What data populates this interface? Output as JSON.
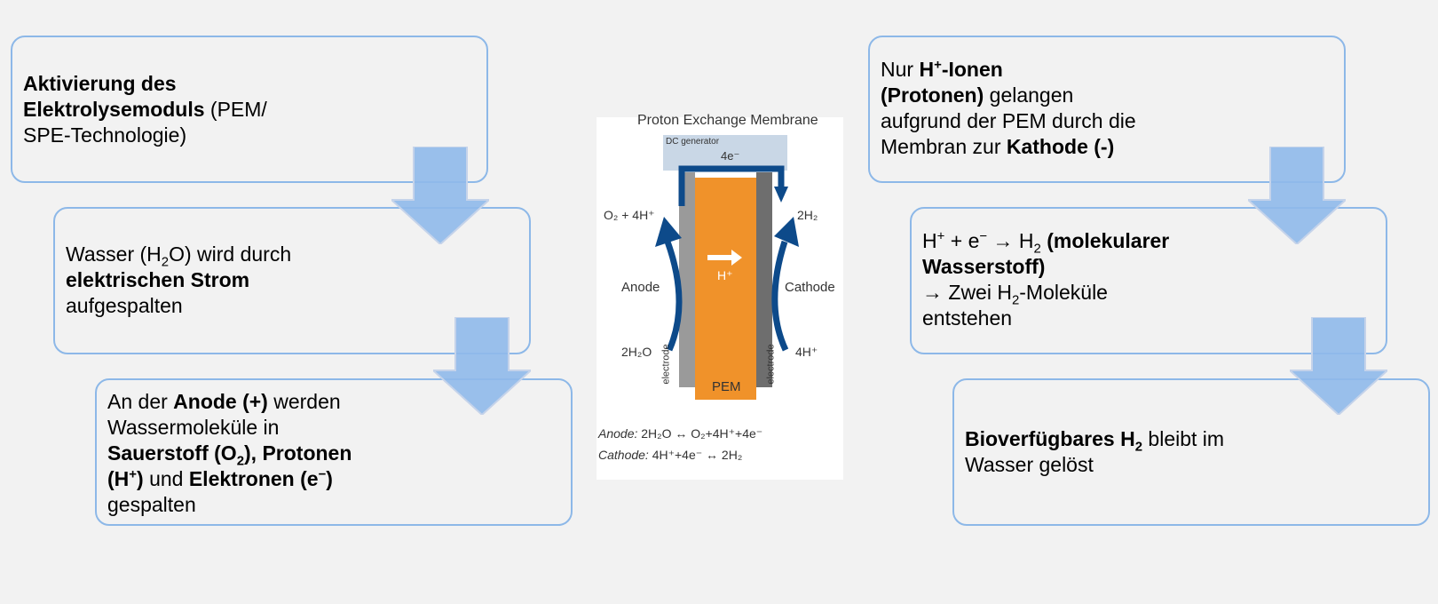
{
  "left_flow": [
    {
      "segments": [
        {
          "t": "Aktivierung des",
          "b": true,
          "br": true
        },
        {
          "t": "Elektrolysemoduls",
          "b": true
        },
        {
          "t": " (PEM/",
          "br": true
        },
        {
          "t": "SPE-Technologie)"
        }
      ]
    },
    {
      "segments": [
        {
          "t": "Wasser (H"
        },
        {
          "t": "2",
          "sub": true
        },
        {
          "t": "O) wird durch",
          "br": true
        },
        {
          "t": "elektrischen Strom",
          "b": true,
          "br": true
        },
        {
          "t": "aufgespalten"
        }
      ]
    },
    {
      "segments": [
        {
          "t": "An der "
        },
        {
          "t": "Anode (+)",
          "b": true
        },
        {
          "t": " werden",
          "br": true
        },
        {
          "t": "Wassermoleküle in",
          "br": true
        },
        {
          "t": "Sauerstoff (O",
          "b": true
        },
        {
          "t": "2",
          "b": true,
          "sub": true
        },
        {
          "t": "), Protonen",
          "b": true,
          "br": true
        },
        {
          "t": "(H",
          "b": true
        },
        {
          "t": "+",
          "b": true,
          "sup": true
        },
        {
          "t": ")",
          "b": true
        },
        {
          "t": " und "
        },
        {
          "t": "Elektronen (e",
          "b": true
        },
        {
          "t": "−",
          "b": true,
          "sup": true
        },
        {
          "t": ")",
          "b": true,
          "br": true
        },
        {
          "t": "gespalten"
        }
      ]
    }
  ],
  "right_flow": [
    {
      "segments": [
        {
          "t": "Nur "
        },
        {
          "t": "H",
          "b": true
        },
        {
          "t": "+",
          "b": true,
          "sup": true
        },
        {
          "t": "-Ionen",
          "b": true,
          "br": true
        },
        {
          "t": "(Protonen)",
          "b": true
        },
        {
          "t": " gelangen",
          "br": true
        },
        {
          "t": "aufgrund der PEM durch die",
          "br": true
        },
        {
          "t": "Membran zur "
        },
        {
          "t": "Kathode (-)",
          "b": true
        }
      ]
    },
    {
      "segments": [
        {
          "t": "H"
        },
        {
          "t": "+",
          "sup": true
        },
        {
          "t": " + e"
        },
        {
          "t": "−",
          "sup": true
        },
        {
          "t": " → H"
        },
        {
          "t": "2",
          "sub": true
        },
        {
          "t": " (molekularer",
          "b": true,
          "br": true
        },
        {
          "t": "Wasserstoff)",
          "b": true,
          "br": true
        },
        {
          "t": "→ Zwei H"
        },
        {
          "t": "2",
          "sub": true
        },
        {
          "t": "-Moleküle",
          "br": true
        },
        {
          "t": "entstehen"
        }
      ]
    },
    {
      "segments": [
        {
          "t": "Bioverfügbares H",
          "b": true
        },
        {
          "t": "2",
          "b": true,
          "sub": true
        },
        {
          "t": " bleibt im",
          "br": true
        },
        {
          "t": "Wasser gelöst"
        }
      ]
    }
  ],
  "diagram": {
    "title": "Proton Exchange Membrane",
    "dc_generator": "DC generator",
    "electrons": "4e⁻",
    "anode_top": "O₂ + 4H⁺",
    "anode_label": "Anode",
    "anode_bottom": "2H₂O",
    "cathode_top": "2H₂",
    "cathode_label": "Cathode",
    "cathode_bottom": "4H⁺",
    "proton_label": "H⁺",
    "pem_label": "PEM",
    "electrode_label": "electrode",
    "eq_anode_prefix": "Anode:",
    "eq_anode": " 2H₂O ↔ O₂+4H⁺+4e⁻",
    "eq_cathode_prefix": "Cathode:",
    "eq_cathode": " 4H⁺+4e⁻ ↔ 2H₂"
  },
  "colors": {
    "box_border": "#8db8e8",
    "arrow_fill": "#8fb9ea",
    "pem_orange": "#f0922a",
    "electrode_light": "#9a9a9a",
    "electrode_dark": "#6e6e6e",
    "flow_blue": "#0d4a8a",
    "dc_box": "#c9d7e6"
  }
}
